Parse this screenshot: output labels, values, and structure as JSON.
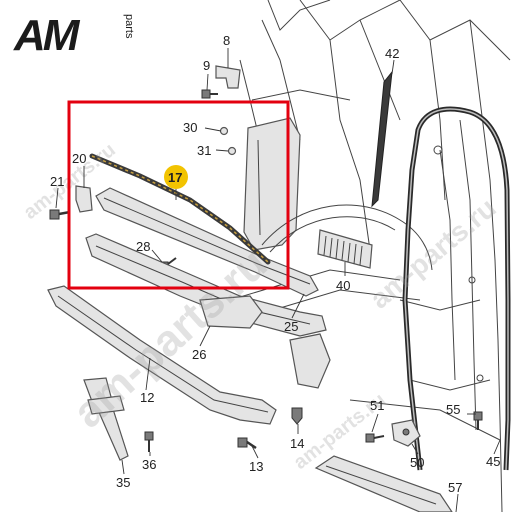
{
  "logo": {
    "letters": "AM",
    "sub": "parts"
  },
  "watermarks": [
    "am-parts.ru",
    "am-parts.ru",
    "am-parts.ru",
    "am-parts.ru"
  ],
  "highlight": {
    "part": "17",
    "color": "#e3000f",
    "badge_color": "#f2c300"
  },
  "labels": {
    "p8": "8",
    "p9": "9",
    "p42": "42",
    "p30": "30",
    "p31": "31",
    "p20": "20",
    "p21": "21",
    "p17": "17",
    "p28": "28",
    "p40": "40",
    "p25": "25",
    "p26": "26",
    "p12": "12",
    "p51": "51",
    "p55": "55",
    "p14": "14",
    "p36": "36",
    "p13": "13",
    "p50": "50",
    "p35": "35",
    "p57": "57",
    "p45": "45"
  }
}
